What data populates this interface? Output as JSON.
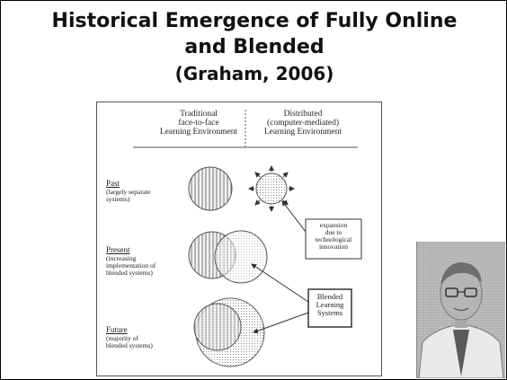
{
  "slide": {
    "title_line1": "Historical Emergence of Fully Online",
    "title_line2": "and Blended",
    "title_line3": "(Graham, 2006)"
  },
  "diagram": {
    "header_left": "Traditional\nface-to-face\nLearning Environment",
    "header_right": "Distributed\n(computer-mediated)\nLearning Environment",
    "eras": [
      {
        "name": "Past",
        "description": "(largely separate\nsystems)"
      },
      {
        "name": "Present",
        "description": "(increasing\nimplementation of\nblended systems)"
      },
      {
        "name": "Future",
        "description": "(majority of\nblended systems)"
      }
    ],
    "callout_expansion": "expansion\ndue to\ntechnological\ninnovation",
    "callout_blended": "Blended\nLearning\nSystems"
  },
  "colors": {
    "text": "#111111",
    "circle_stroke": "#555555",
    "border": "#000000"
  }
}
